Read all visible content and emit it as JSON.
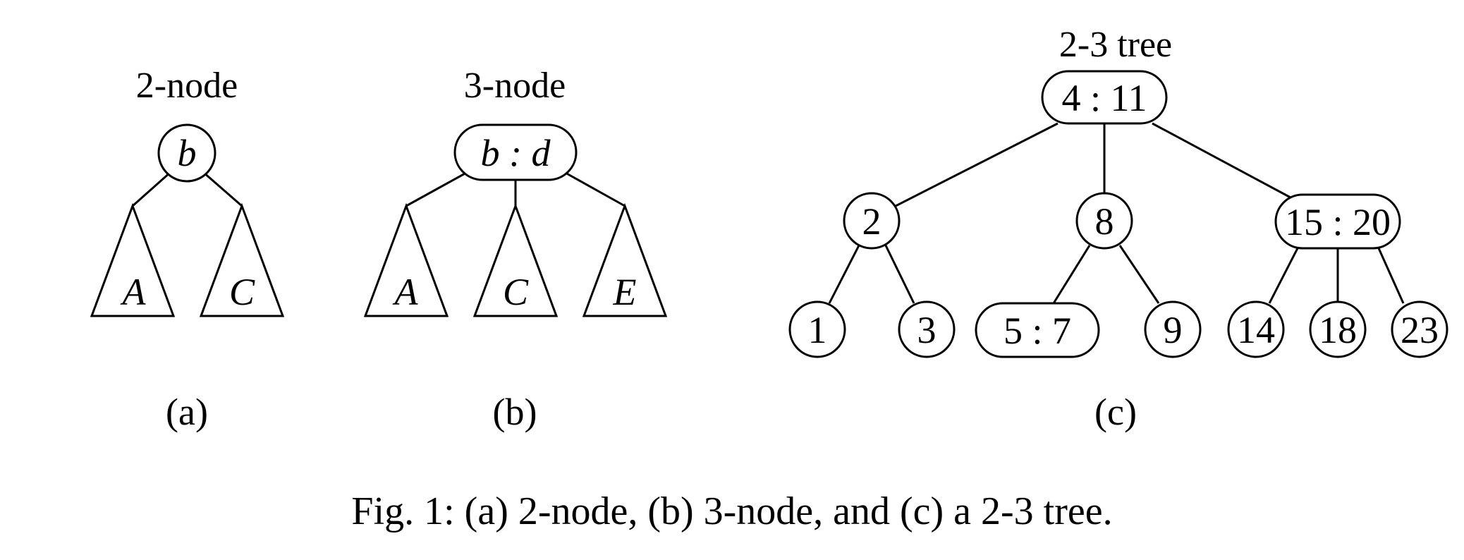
{
  "figure": {
    "caption": "Fig. 1: (a) 2-node, (b) 3-node, and (c) a 2-3 tree.",
    "panel_a": {
      "title": "2-node",
      "node_key": "b",
      "subtree_left": "A",
      "subtree_right": "C",
      "label": "(a)"
    },
    "panel_b": {
      "title": "3-node",
      "node_key": "b : d",
      "subtree_left": "A",
      "subtree_middle": "C",
      "subtree_right": "E",
      "label": "(b)"
    },
    "panel_c": {
      "title": "2-3 tree",
      "root": "4 : 11",
      "level1": [
        "2",
        "8",
        "15 : 20"
      ],
      "leaves": [
        "1",
        "3",
        "5 : 7",
        "9",
        "14",
        "18",
        "23"
      ],
      "label": "(c)"
    }
  }
}
